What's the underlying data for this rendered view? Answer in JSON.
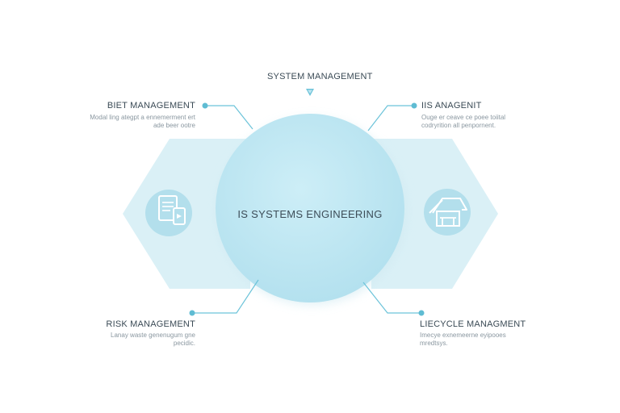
{
  "top_label": "SYSTEM MANAGEMENT",
  "center": {
    "title": "IS SYSTEMS ENGINEERING"
  },
  "nodes": {
    "top_left": {
      "title": "BIET MANAGEMENT",
      "desc_line1": "Modal ling ategpt a ennemerment ert",
      "desc_line2": "ade beer ootre"
    },
    "top_right": {
      "title": "IIS ANAGENIT",
      "desc_line1": "Ouge er ceave ce poee toiital",
      "desc_line2": "codryrition all penpornent."
    },
    "bottom_left": {
      "title": "RISK MANAGEMENT",
      "desc_line1": "Lanay waste genenugum gne",
      "desc_line2": "pecidic."
    },
    "bottom_right": {
      "title": "LIECYCLE MANAGMENT",
      "desc_line1": "Imecye exnemeerne eyipooes",
      "desc_line2": "mredtsys."
    }
  },
  "icons": {
    "left": "document-icon",
    "right": "house-roof-icon",
    "top": "diamond-marker-icon"
  },
  "colors": {
    "circle_fill": "#bfe6f1",
    "hexagon_fill": "#daf0f6",
    "connector": "#6cc3d9",
    "dot": "#5fbcd3",
    "icon_stroke": "#ffffff",
    "icon_bg": "#b3dfec"
  }
}
